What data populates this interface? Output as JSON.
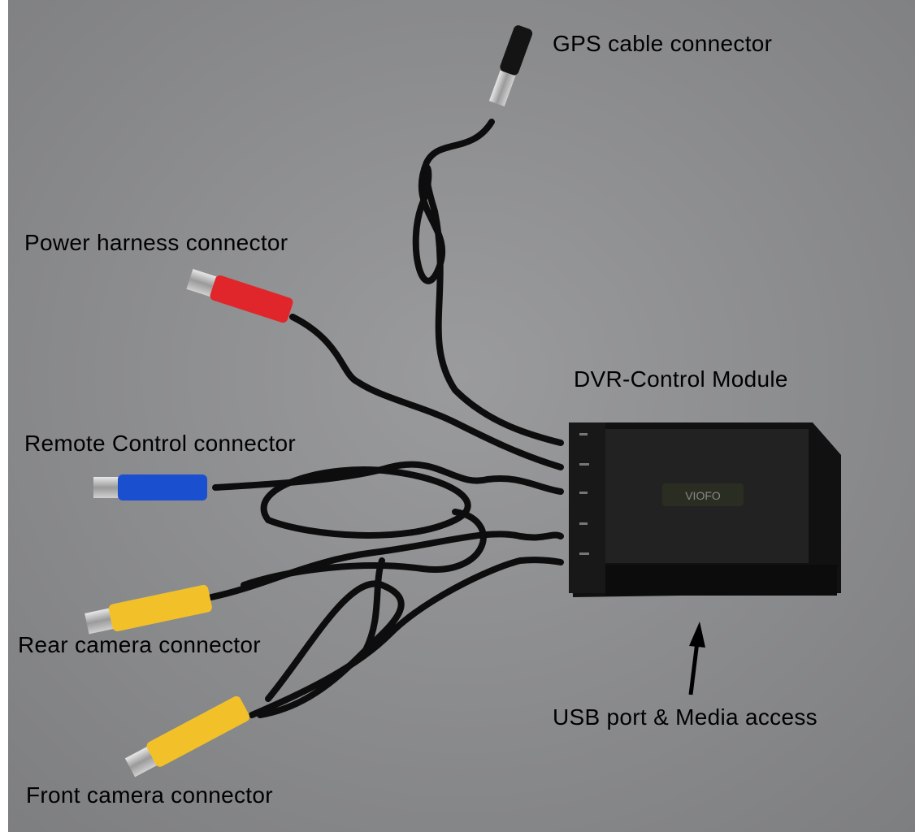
{
  "labels": {
    "gps": "GPS cable connector",
    "power": "Power harness connector",
    "module": "DVR-Control Module",
    "remote": "Remote Control connector",
    "rear": "Rear camera connector",
    "usb": "USB port & Media access",
    "front": "Front camera connector"
  },
  "device": {
    "logo": "VIOFO"
  },
  "colors": {
    "background": "#8d8e90",
    "cable": "#0d0d0d",
    "power": "#e0262a",
    "remote": "#1a4fd0",
    "camera": "#f2c12a",
    "module": "#161616"
  }
}
